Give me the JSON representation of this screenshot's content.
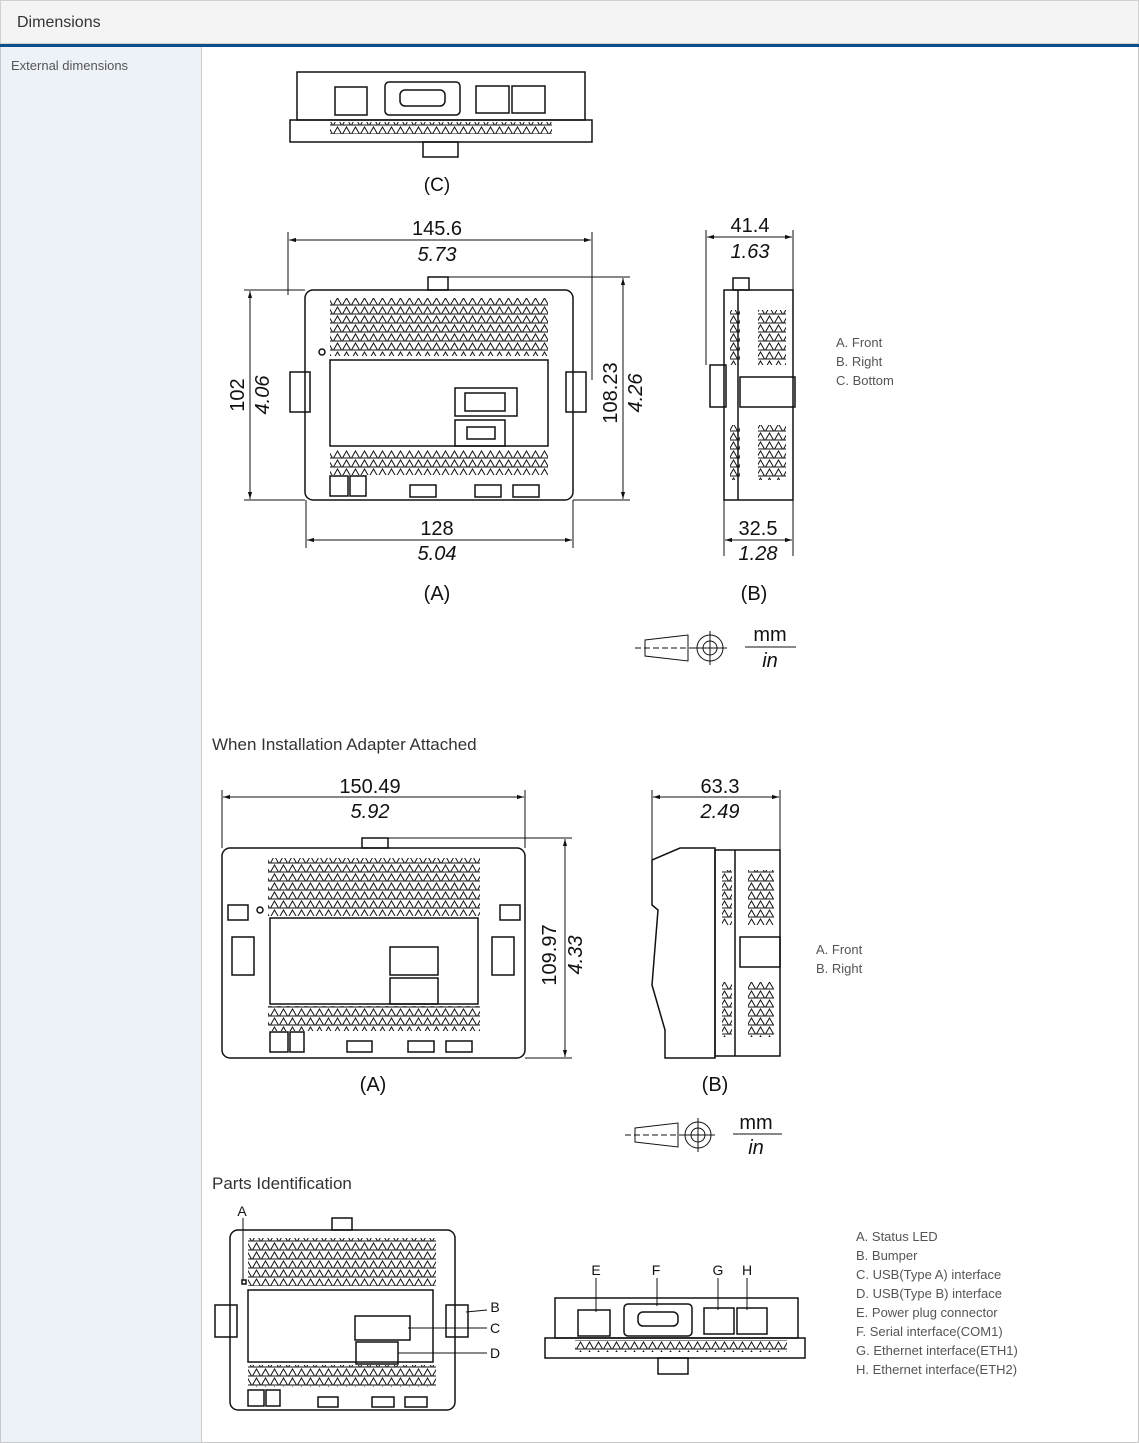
{
  "header": {
    "title": "Dimensions"
  },
  "sidebar": {
    "items": [
      {
        "label": "External dimensions"
      }
    ]
  },
  "main": {
    "section1": {
      "view_c_label": "(C)",
      "view_a_label": "(A)",
      "view_b_label": "(B)",
      "a_width_mm": "145.6",
      "a_width_in": "5.73",
      "a_height_mm": "102",
      "a_height_in": "4.06",
      "a_height2_mm": "108.23",
      "a_height2_in": "4.26",
      "a_bottom_mm": "128",
      "a_bottom_in": "5.04",
      "b_width_mm": "41.4",
      "b_width_in": "1.63",
      "b_bottom_mm": "32.5",
      "b_bottom_in": "1.28",
      "unit_mm": "mm",
      "unit_in": "in",
      "legend": [
        "A. Front",
        "B. Right",
        "C. Bottom"
      ]
    },
    "section2": {
      "title": "When Installation Adapter Attached",
      "view_a_label": "(A)",
      "view_b_label": "(B)",
      "a_width_mm": "150.49",
      "a_width_in": "5.92",
      "a_height_mm": "109.97",
      "a_height_in": "4.33",
      "b_width_mm": "63.3",
      "b_width_in": "2.49",
      "unit_mm": "mm",
      "unit_in": "in",
      "legend": [
        "A. Front",
        "B. Right"
      ]
    },
    "section3": {
      "title": "Parts Identification",
      "callouts": [
        "A",
        "B",
        "C",
        "D",
        "E",
        "F",
        "G",
        "H"
      ],
      "legend": [
        "A. Status LED",
        "B. Bumper",
        "C. USB(Type A) interface",
        "D. USB(Type B) interface",
        "E. Power plug connector",
        "F. Serial interface(COM1)",
        "G. Ethernet interface(ETH1)",
        "H. Ethernet interface(ETH2)"
      ]
    }
  }
}
